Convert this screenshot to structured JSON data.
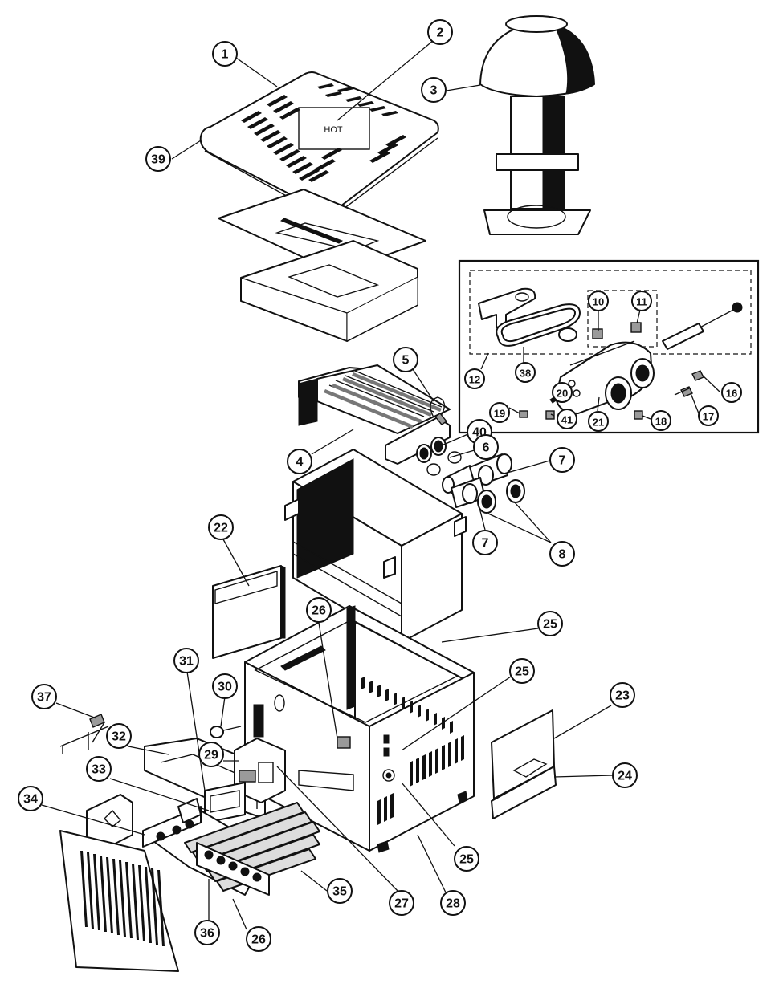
{
  "diagram": {
    "hot_label": "HOT",
    "callouts": [
      {
        "label": "1"
      },
      {
        "label": "2"
      },
      {
        "label": "3"
      },
      {
        "label": "39"
      },
      {
        "label": "5"
      },
      {
        "label": "40"
      },
      {
        "label": "4"
      },
      {
        "label": "6"
      },
      {
        "label": "7"
      },
      {
        "label": "7"
      },
      {
        "label": "8"
      },
      {
        "label": "22"
      },
      {
        "label": "26"
      },
      {
        "label": "25"
      },
      {
        "label": "25"
      },
      {
        "label": "25"
      },
      {
        "label": "31"
      },
      {
        "label": "30"
      },
      {
        "label": "37"
      },
      {
        "label": "32"
      },
      {
        "label": "29"
      },
      {
        "label": "33"
      },
      {
        "label": "34"
      },
      {
        "label": "23"
      },
      {
        "label": "24"
      },
      {
        "label": "35"
      },
      {
        "label": "36"
      },
      {
        "label": "26"
      },
      {
        "label": "27"
      },
      {
        "label": "28"
      },
      {
        "label": "10"
      },
      {
        "label": "11"
      },
      {
        "label": "12"
      },
      {
        "label": "38"
      },
      {
        "label": "20"
      },
      {
        "label": "19"
      },
      {
        "label": "41"
      },
      {
        "label": "21"
      },
      {
        "label": "18"
      },
      {
        "label": "16"
      },
      {
        "label": "17"
      }
    ]
  }
}
